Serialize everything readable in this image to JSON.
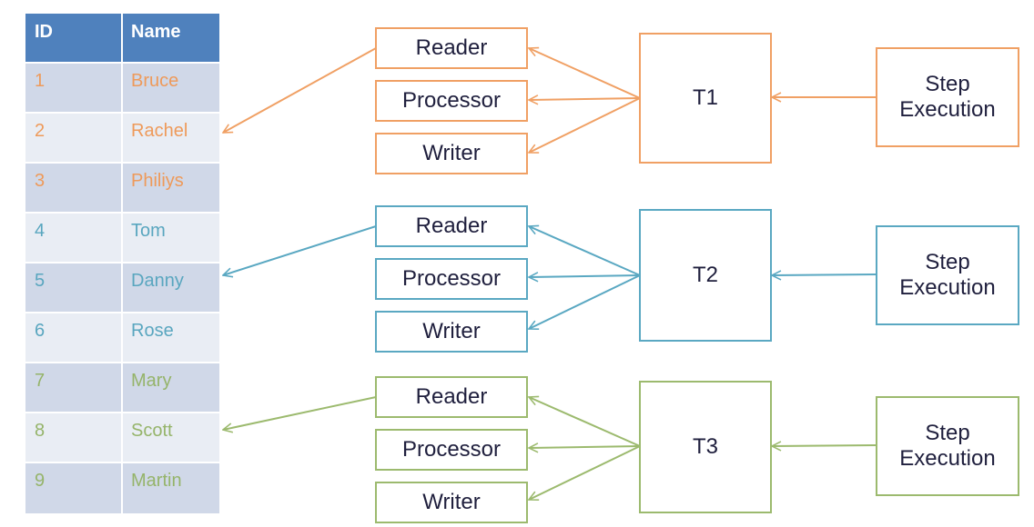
{
  "table": {
    "headers": {
      "id": "ID",
      "name": "Name"
    },
    "rows": [
      {
        "id": "1",
        "name": "Bruce"
      },
      {
        "id": "2",
        "name": "Rachel"
      },
      {
        "id": "3",
        "name": "Philiys"
      },
      {
        "id": "4",
        "name": "Tom"
      },
      {
        "id": "5",
        "name": "Danny"
      },
      {
        "id": "6",
        "name": "Rose"
      },
      {
        "id": "7",
        "name": "Mary"
      },
      {
        "id": "8",
        "name": "Scott"
      },
      {
        "id": "9",
        "name": "Martin"
      }
    ]
  },
  "groups": [
    {
      "color_name": "orange",
      "color": "#f0a064",
      "reader": "Reader",
      "processor": "Processor",
      "writer": "Writer",
      "thread": "T1",
      "step": "Step\nExecution"
    },
    {
      "color_name": "blue",
      "color": "#5aa8c2",
      "reader": "Reader",
      "processor": "Processor",
      "writer": "Writer",
      "thread": "T2",
      "step": "Step\nExecution"
    },
    {
      "color_name": "green",
      "color": "#9cba6e",
      "reader": "Reader",
      "processor": "Processor",
      "writer": "Writer",
      "thread": "T3",
      "step": "Step\nExecution"
    }
  ]
}
